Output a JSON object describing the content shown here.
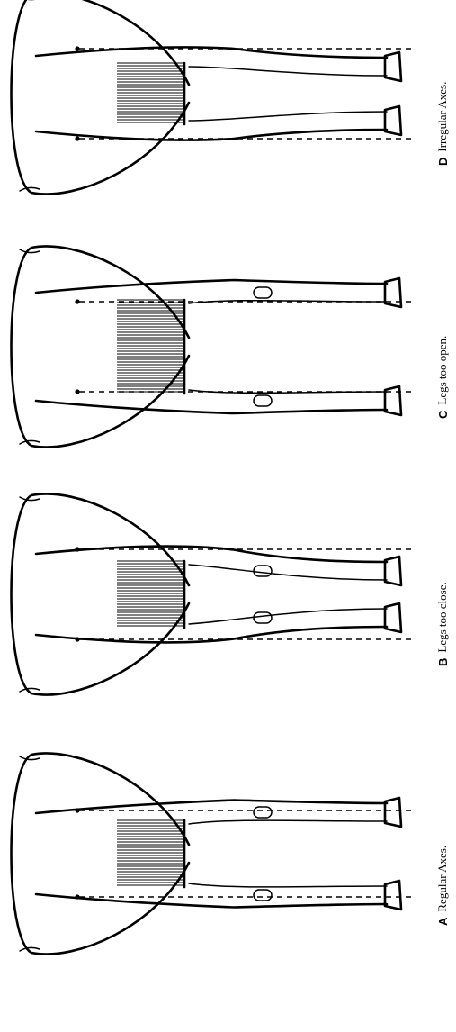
{
  "figures": [
    {
      "letter": "A",
      "caption": "Regular Axes.",
      "stance": "regular"
    },
    {
      "letter": "B",
      "caption": "Legs too close.",
      "stance": "close"
    },
    {
      "letter": "C",
      "caption": "Legs too open.",
      "stance": "open"
    },
    {
      "letter": "D",
      "caption": "Irregular Axes.",
      "stance": "irregular"
    }
  ]
}
